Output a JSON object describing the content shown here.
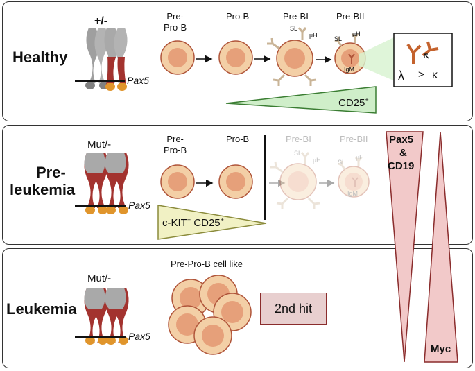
{
  "rows": [
    {
      "title": "Healthy",
      "genotype": "+/-",
      "gene": "Pax5"
    },
    {
      "title_line1": "Pre-",
      "title_line2": "leukemia",
      "genotype": "Mut/-",
      "gene": "Pax5"
    },
    {
      "title": "Leukemia",
      "genotype": "Mut/-",
      "gene": "Pax5"
    }
  ],
  "healthy": {
    "stages": [
      "Pre-\nPro-B",
      "Pro-B",
      "Pre-BI",
      "Pre-BII"
    ],
    "sl": "SL",
    "muh": "µH",
    "igm": "IgM",
    "ratio_lambda": "λ",
    "ratio_gt": ">",
    "ratio_kappa": "κ",
    "marker": "CD25",
    "marker_sup": "+"
  },
  "preleukemia": {
    "stages": [
      "Pre-\nPro-B",
      "Pro-B",
      "Pre-BI",
      "Pre-BII"
    ],
    "sl": "SL",
    "muh": "µH",
    "igm": "IgM",
    "marker_ckit": "c-KIT",
    "marker_ckit_sup": "+",
    "marker_cd25": "CD25",
    "marker_cd25_sup": "+"
  },
  "leukemia": {
    "cell_label": "Pre-Pro-B cell like",
    "second_hit": "2nd hit"
  },
  "gradients": {
    "pax5_cd19_line1": "Pax5",
    "pax5_cd19_line2": "&",
    "pax5_cd19_line3": "CD19",
    "myc": "Myc"
  },
  "colors": {
    "cell_fill": "#f3cfa6",
    "cell_nucleus": "#e6a07a",
    "cell_outline": "#b0553a",
    "chrom_grey": "#a9a9a9",
    "chrom_red": "#a3332f",
    "chrom_orange": "#e0952c",
    "green_triangle": "#cfeec9",
    "yellow_triangle": "#f1f1c4",
    "red_triangle": "#f2c9c9"
  }
}
